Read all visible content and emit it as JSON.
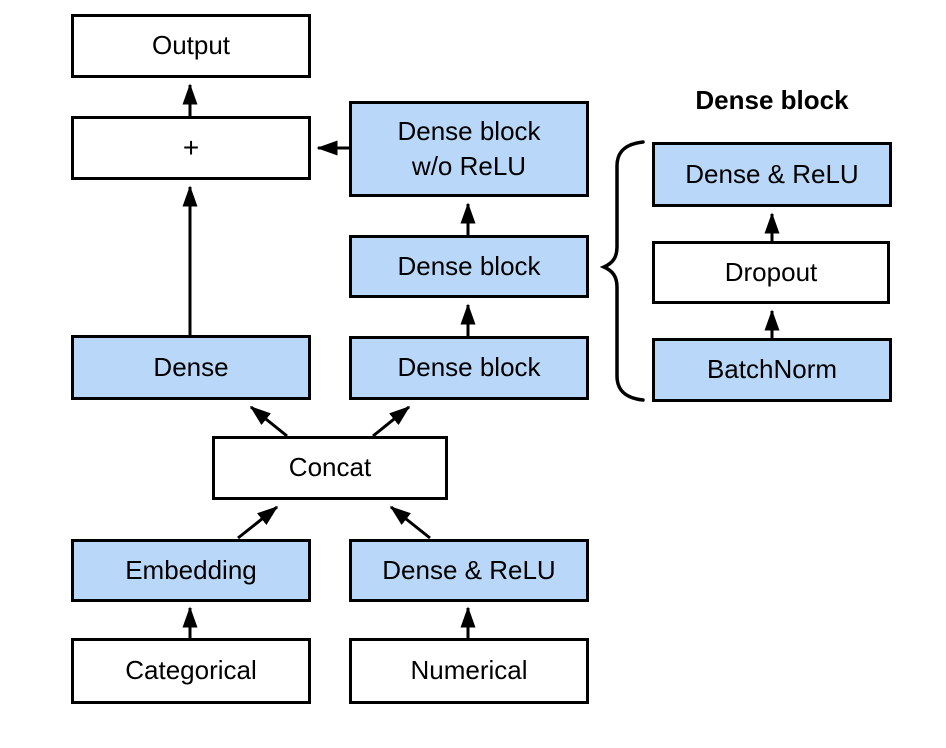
{
  "diagram": {
    "legend_title": "Dense block",
    "colors": {
      "node_blue": "#B9D7F8",
      "node_white": "#FFFFFF",
      "border": "#000000",
      "arrow": "#000000",
      "text": "#000000",
      "background": "#FFFFFF"
    },
    "nodes": {
      "output": {
        "label": "Output"
      },
      "plus": {
        "label": "+"
      },
      "dense": {
        "label": "Dense"
      },
      "embedding": {
        "label": "Embedding"
      },
      "categorical": {
        "label": "Categorical"
      },
      "dense_block_wo_relu": {
        "line1": "Dense block",
        "line2": "w/o ReLU"
      },
      "dense_block_upper": {
        "label": "Dense block"
      },
      "dense_block_lower": {
        "label": "Dense block"
      },
      "concat": {
        "label": "Concat"
      },
      "dense_relu_input": {
        "label": "Dense & ReLU"
      },
      "numerical": {
        "label": "Numerical"
      },
      "legend_dense_relu": {
        "label": "Dense & ReLU"
      },
      "legend_dropout": {
        "label": "Dropout"
      },
      "legend_batchnorm": {
        "label": "BatchNorm"
      }
    }
  }
}
